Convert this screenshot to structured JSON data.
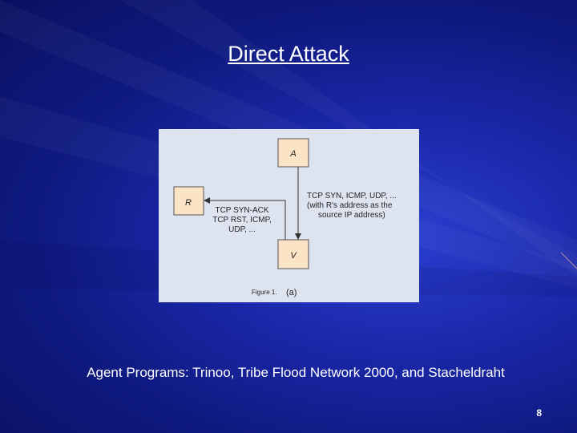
{
  "slide": {
    "title": "Direct Attack",
    "subtitle": "Agent Programs: Trinoo, Tribe Flood Network 2000, and Stacheldraht",
    "page_number": "8"
  },
  "figure": {
    "nodes": {
      "attacker": "A",
      "reflector": "R",
      "victim": "V"
    },
    "attack_label": [
      "TCP SYN, ICMP, UDP, ...",
      "(with R's address as the",
      "source IP address)"
    ],
    "reply_label": [
      "TCP SYN-ACK",
      "TCP RST, ICMP,",
      "UDP, ..."
    ],
    "caption_prefix": "Figure 1.",
    "caption_part": "(a)"
  },
  "colors": {
    "background": "#1a27a8",
    "figure_bg": "#dde4ef",
    "node_fill": "#fbe3c6",
    "text": "#ffffff"
  }
}
